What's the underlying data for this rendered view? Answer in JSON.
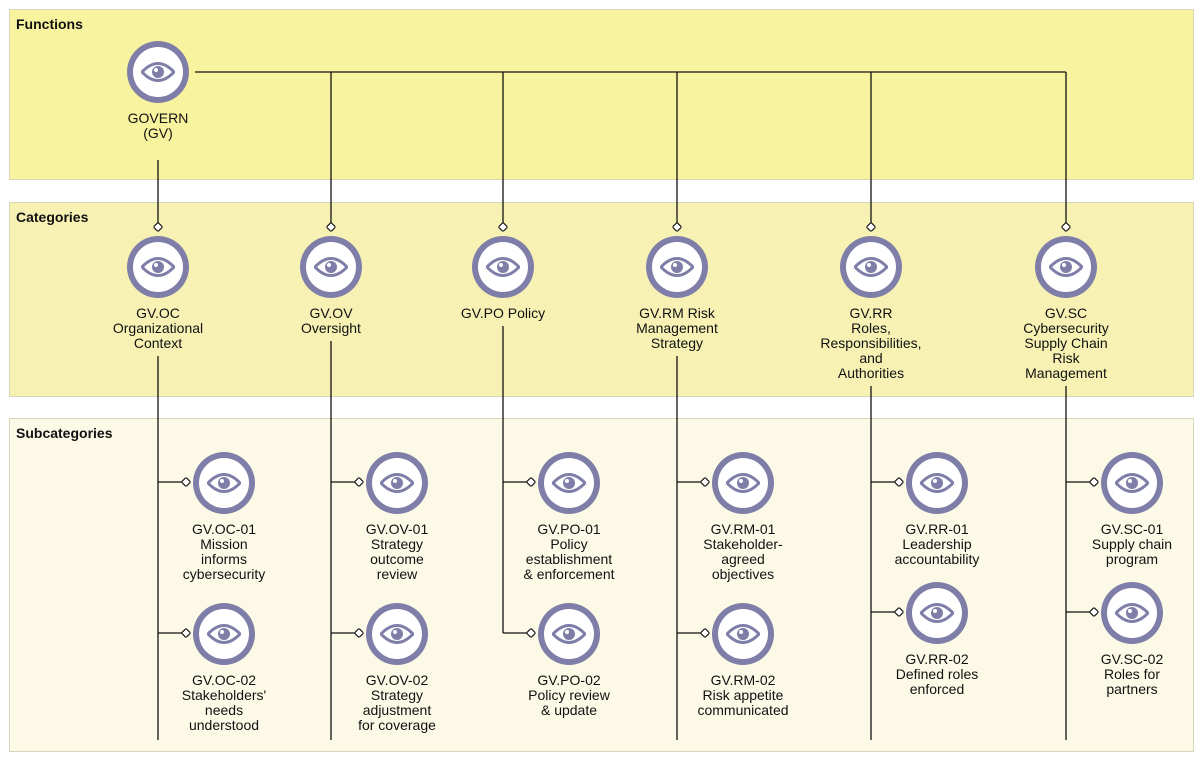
{
  "bands": {
    "functions": "Functions",
    "categories": "Categories",
    "subcategories": "Subcategories"
  },
  "colors": {
    "functions_band": "#f8f39e",
    "categories_band": "#f7f2b4",
    "subcategories_band": "#fcfae6",
    "icon_ring": "#7f7ea8",
    "connector": "#111111"
  },
  "icon": "eye-icon",
  "function": {
    "label": "GOVERN\n(GV)"
  },
  "categories": [
    {
      "label": "GV.OC\nOrganizational\nContext",
      "subcategories": [
        {
          "label": "GV.OC-01\nMission\ninforms\ncybersecurity"
        },
        {
          "label": "GV.OC-02\nStakeholders'\nneeds\nunderstood"
        }
      ]
    },
    {
      "label": "GV.OV\nOversight",
      "subcategories": [
        {
          "label": "GV.OV-01\nStrategy\noutcome\nreview"
        },
        {
          "label": "GV.OV-02\nStrategy\nadjustment\nfor coverage"
        }
      ]
    },
    {
      "label": "GV.PO Policy",
      "subcategories": [
        {
          "label": "GV.PO-01\nPolicy\nestablishment\n& enforcement"
        },
        {
          "label": "GV.PO-02\nPolicy review\n& update"
        }
      ]
    },
    {
      "label": "GV.RM Risk\nManagement\nStrategy",
      "subcategories": [
        {
          "label": "GV.RM-01\nStakeholder-\nagreed\nobjectives"
        },
        {
          "label": "GV.RM-02\nRisk appetite\ncommunicated"
        }
      ]
    },
    {
      "label": "GV.RR\nRoles,\nResponsibilities,\nand\nAuthorities",
      "subcategories": [
        {
          "label": "GV.RR-01\nLeadership\naccountability"
        },
        {
          "label": "GV.RR-02\nDefined roles\nenforced"
        }
      ]
    },
    {
      "label": "GV.SC\nCybersecurity\nSupply Chain\nRisk\nManagement",
      "subcategories": [
        {
          "label": "GV.SC-01\nSupply chain\nprogram"
        },
        {
          "label": "GV.SC-02\nRoles for\npartners"
        }
      ]
    }
  ]
}
